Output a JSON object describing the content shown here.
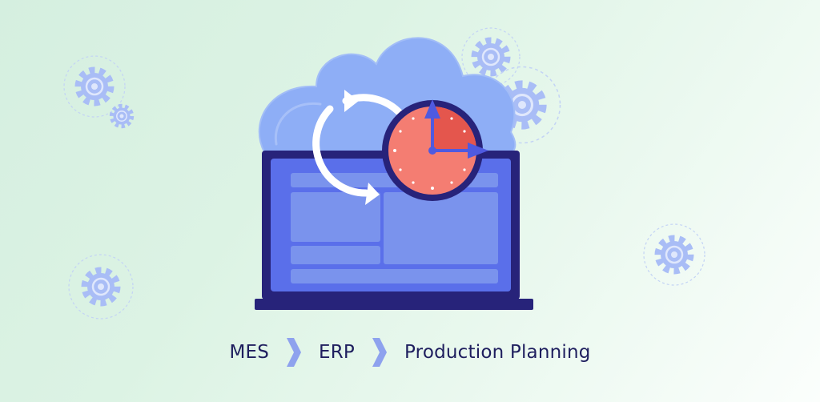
{
  "flow": {
    "steps": [
      "MES",
      "ERP",
      "Production Planning"
    ],
    "separator_icon": "chevron-right-icon"
  },
  "illustration": {
    "elements": [
      "cloud",
      "laptop",
      "sync-arrows-icon",
      "clock-icon",
      "gear-icon"
    ]
  },
  "colors": {
    "background": "#d9f1e2",
    "cloud": "#8eaef6",
    "laptop_frame": "#27237a",
    "laptop_screen": "#5a6fea",
    "clock_face": "#f47d72",
    "clock_hands": "#4f5ae0",
    "gears": "#a9bdf6",
    "text": "#1e1e5e",
    "chevron": "#8ea2ee"
  }
}
